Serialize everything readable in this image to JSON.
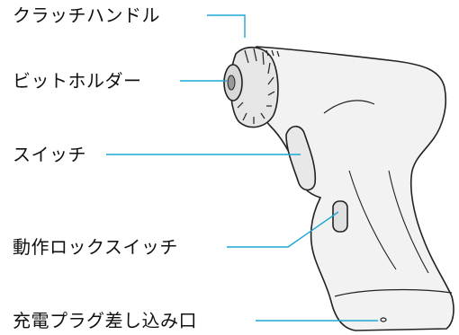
{
  "labels": {
    "clutch_handle": "クラッチハンドル",
    "bit_holder": "ビットホルダー",
    "switch": "スイッチ",
    "lock_switch": "動作ロックスイッチ",
    "charging_port": "充電プラグ差し込み口"
  },
  "colors": {
    "leader_line": "#1aa7d6",
    "outline": "#222222",
    "body_fill": "#f2f2f2"
  }
}
